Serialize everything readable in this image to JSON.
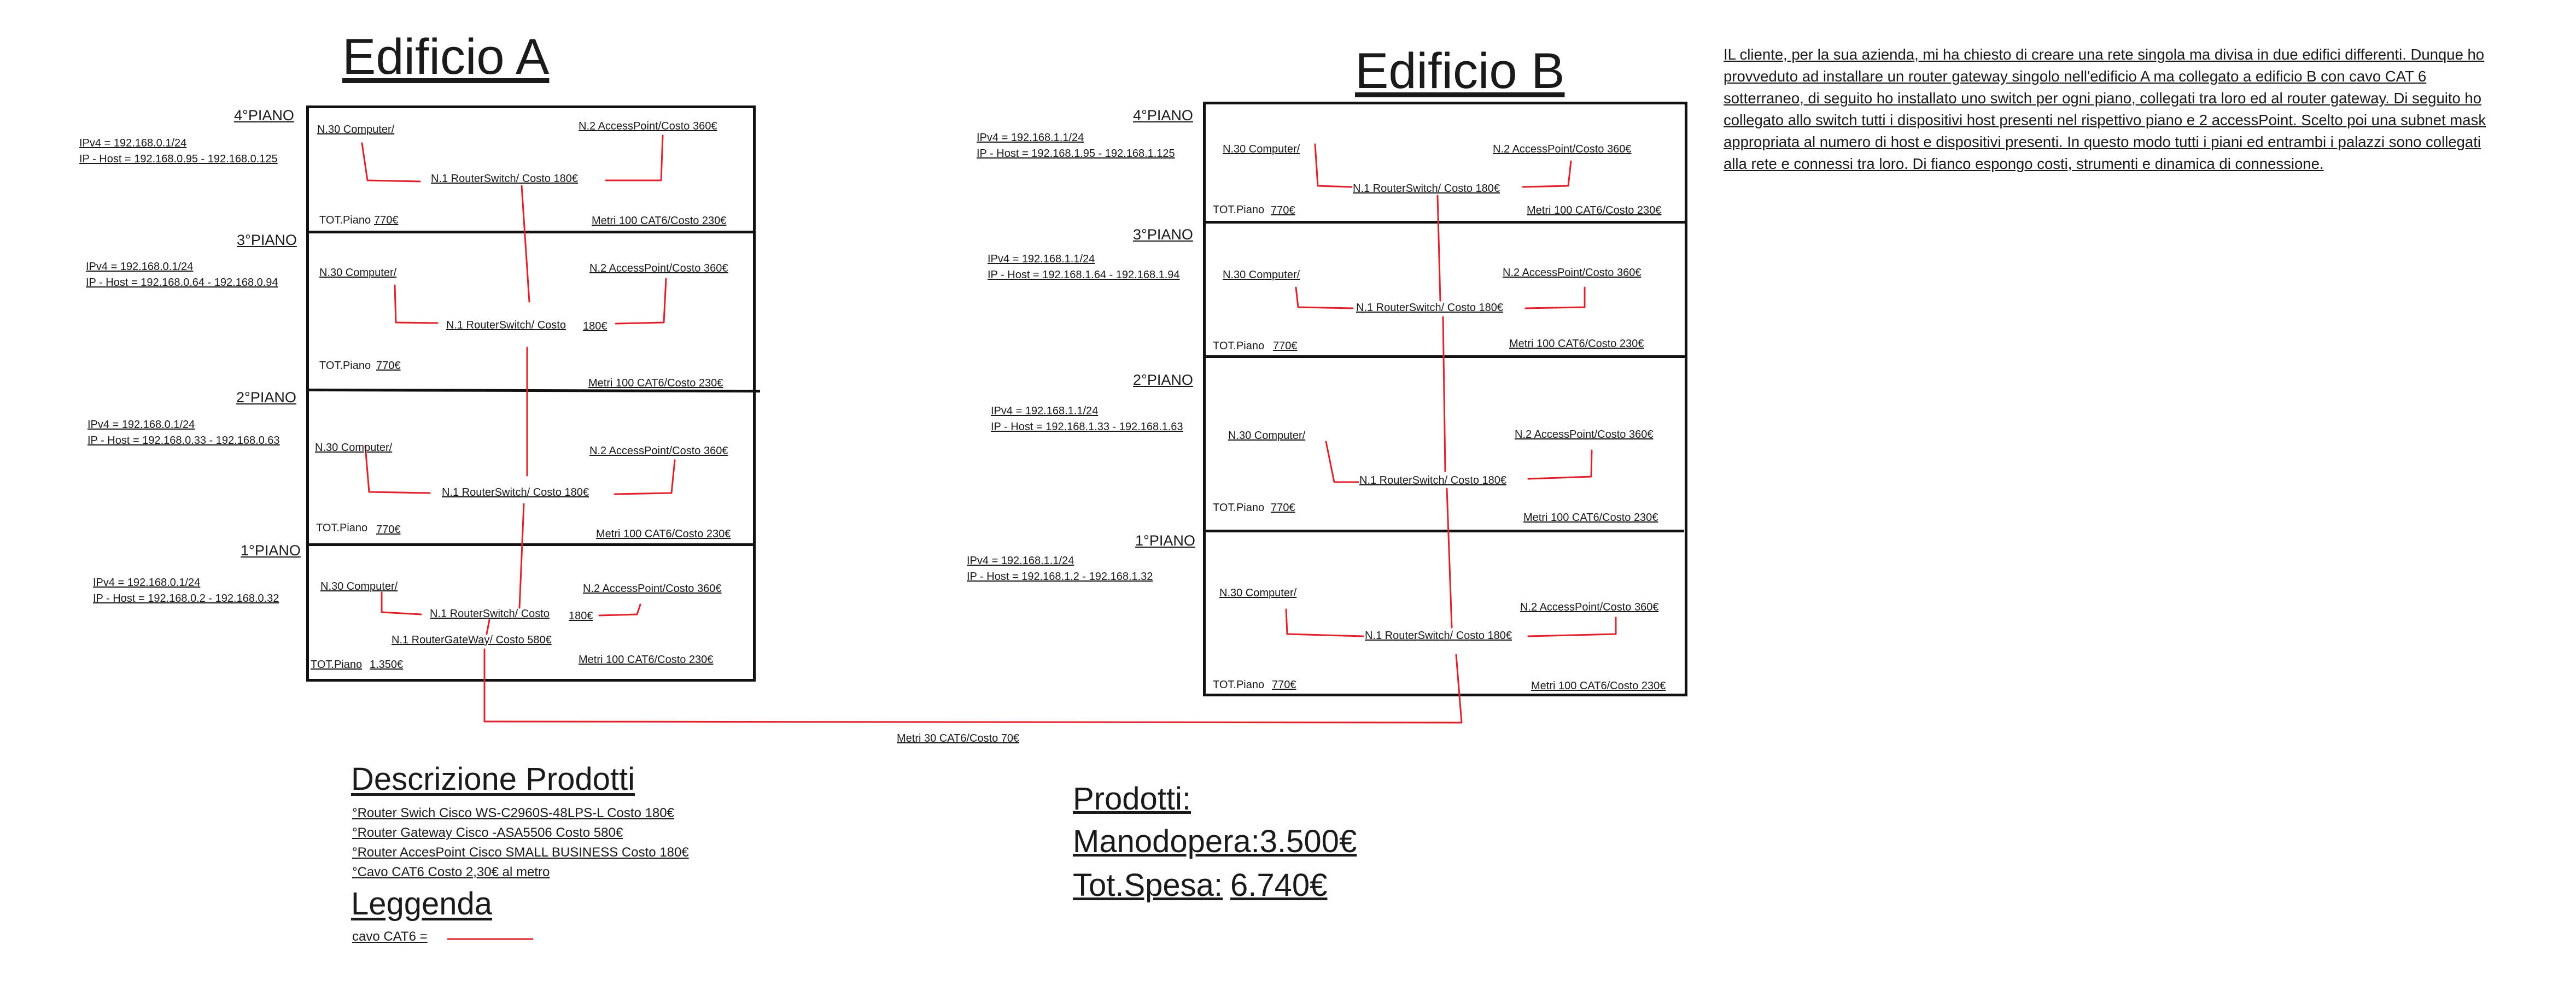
{
  "building_a": {
    "title": "Edificio A",
    "floors": [
      {
        "name": "4°PIANO",
        "ipv4": "IPv4 = 192.168.0.1/24",
        "range": "IP - Host = 192.168.0.95 - 192.168.0.125",
        "computers": "N.30 Computer/",
        "ap": "N.2 AccessPoint/Costo 360€",
        "sw": "N.1  RouterSwitch/ Costo 180€",
        "tot_label": "TOT.Piano",
        "tot": "770€",
        "cable": "Metri 100 CAT6/Costo 230€"
      },
      {
        "name": "3°PIANO",
        "ipv4": "IPv4 = 192.168.0.1/24",
        "range": "IP - Host = 192.168.0.64 - 192.168.0.94",
        "computers": "N.30 Computer/",
        "ap": "N.2 AccessPoint/Costo 360€",
        "sw": "N.1  RouterSwitch/ Costo",
        "sw_cost": "180€",
        "tot_label": "TOT.Piano",
        "tot": "770€",
        "cable": "Metri 100 CAT6/Costo 230€"
      },
      {
        "name": "2°PIANO",
        "ipv4": "IPv4 = 192.168.0.1/24",
        "range": "IP - Host = 192.168.0.33 - 192.168.0.63",
        "computers": "N.30 Computer/",
        "ap": "N.2 AccessPoint/Costo 360€",
        "sw": "N.1  RouterSwitch/ Costo 180€",
        "tot_label": "TOT.Piano",
        "tot": "770€",
        "cable": "Metri 100 CAT6/Costo 230€"
      },
      {
        "name": "1°PIANO",
        "ipv4": "IPv4 = 192.168.0.1/24",
        "range": "IP - Host = 192.168.0.2 - 192.168.0.32",
        "computers": "N.30 Computer/",
        "ap": "N.2 AccessPoint/Costo 360€",
        "sw": "N.1  RouterSwitch/ Costo",
        "sw_cost": "180€",
        "gateway": "N.1  RouterGateWay/ Costo 580€",
        "tot_label": "TOT.Piano",
        "tot": "1.350€",
        "cable": "Metri 100 CAT6/Costo 230€"
      }
    ]
  },
  "building_b": {
    "title": "Edificio B",
    "floors": [
      {
        "name": "4°PIANO",
        "ipv4": "IPv4 = 192.168.1.1/24",
        "range": "IP - Host = 192.168.1.95 - 192.168.1.125",
        "computers": "N.30 Computer/",
        "ap": "N.2 AccessPoint/Costo 360€",
        "sw": "N.1  RouterSwitch/ Costo 180€",
        "tot_label": "TOT.Piano",
        "tot": "770€",
        "cable": "Metri 100 CAT6/Costo 230€"
      },
      {
        "name": "3°PIANO",
        "ipv4": "IPv4 = 192.168.1.1/24",
        "range": "IP - Host = 192.168.1.64 - 192.168.1.94",
        "computers": "N.30 Computer/",
        "ap": "N.2 AccessPoint/Costo 360€",
        "sw": "N.1  RouterSwitch/ Costo 180€",
        "tot_label": "TOT.Piano",
        "tot": "770€",
        "cable": "Metri 100 CAT6/Costo 230€"
      },
      {
        "name": "2°PIANO",
        "ipv4": "IPv4 = 192.168.1.1/24",
        "range": "IP - Host = 192.168.1.33 - 192.168.1.63",
        "computers": "N.30 Computer/",
        "ap": "N.2 AccessPoint/Costo 360€",
        "sw": "N.1  RouterSwitch/ Costo 180€",
        "tot_label": "TOT.Piano",
        "tot": "770€",
        "cable": "Metri 100 CAT6/Costo 230€"
      },
      {
        "name": "1°PIANO",
        "ipv4": "IPv4 = 192.168.1.1/24",
        "range": "IP - Host = 192.168.1.2 - 192.168.1.32",
        "computers": "N.30 Computer/",
        "ap": "N.2 AccessPoint/Costo 360€",
        "sw": "N.1  RouterSwitch/ Costo 180€",
        "tot_label": "TOT.Piano",
        "tot": "770€",
        "cable": "Metri 100 CAT6/Costo 230€"
      }
    ]
  },
  "link_label": "Metri 30 CAT6/Costo 70€",
  "description": "IL cliente, per la sua azienda, mi ha chiesto di creare una rete singola ma divisa in due edifici differenti. Dunque ho provveduto ad installare un router gateway singolo nell'edificio A ma collegato a edificio B con cavo CAT 6 sotterraneo, di seguito ho installato uno switch per ogni piano, collegati tra loro ed al router gateway. Di seguito ho collegato allo switch tutti i dispositivi host presenti nel rispettivo piano e 2 accessPoint. Scelto poi una  subnet mask appropriata al numero di host e dispositivi presenti. In questo modo tutti i piani ed entrambi i palazzi sono collegati alla rete e connessi tra loro. Di fianco espongo costi, strumenti e dinamica di connessione.",
  "products": {
    "heading": "Descrizione Prodotti",
    "items": [
      "°Router Swich Cisco WS-C2960S-48LPS-L Costo 180€",
      "°Router Gateway Cisco -ASA5506 Costo 580€",
      "°Router AccesPoint Cisco SMALL BUSINESS Costo 180€",
      "°Cavo CAT6 Costo 2,30€ al metro"
    ]
  },
  "legend": {
    "heading": "Leggenda",
    "cable": "cavo CAT6 ="
  },
  "summary": {
    "products": "Prodotti:",
    "labor": "Manodopera:3.500€",
    "total_label": "Tot.Spesa:",
    "total": "6.740€"
  },
  "colors": {
    "cable": "#e0202a",
    "walls": "#111111",
    "text": "#1a1a1a"
  }
}
